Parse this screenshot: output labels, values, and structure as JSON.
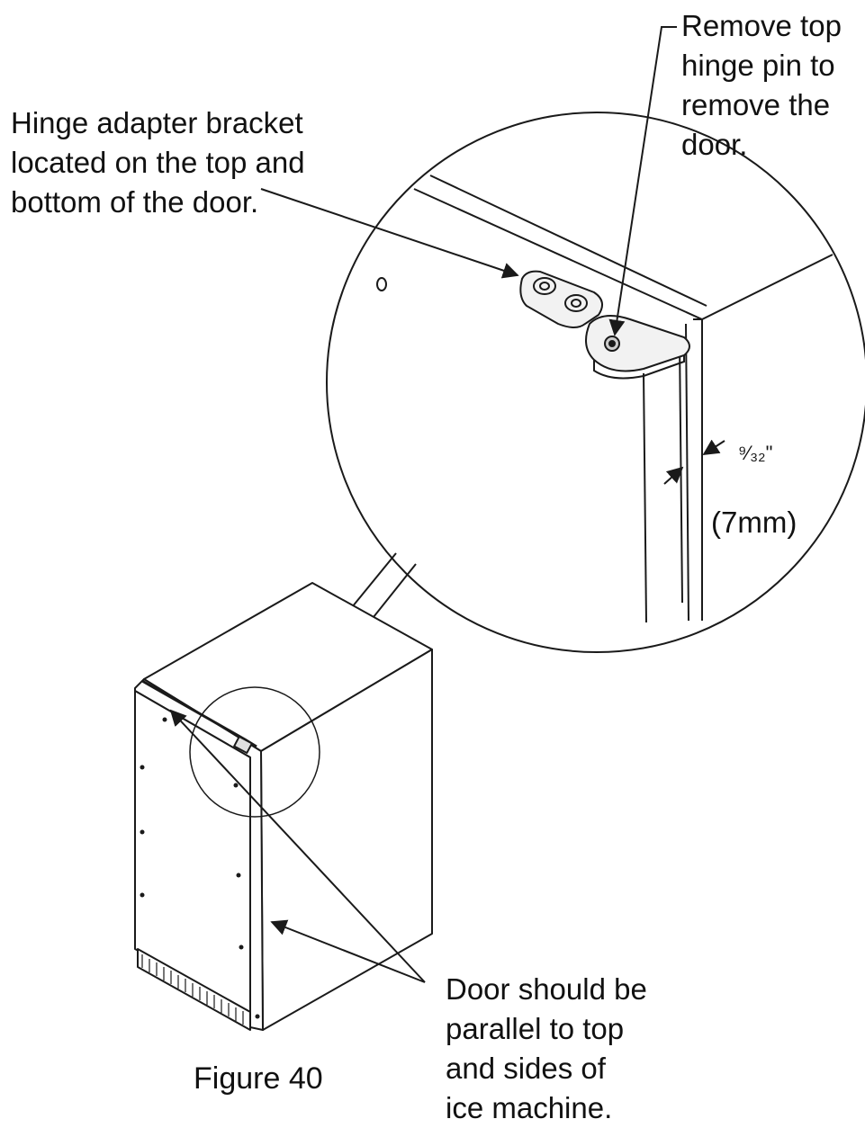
{
  "callouts": {
    "hinge_bracket": "Hinge adapter bracket\nlocated on the top and\nbottom of the door.",
    "hinge_pin": "Remove top\nhinge pin to\nremove the\ndoor.",
    "gap_fraction": "⁹⁄₃₂\"",
    "gap_metric": "(7mm)",
    "door_parallel": "Door should be\nparallel to top\nand sides of\nice machine."
  },
  "figure_label": "Figure 40",
  "colors": {
    "line": "#1a1a1a",
    "background": "#ffffff"
  }
}
